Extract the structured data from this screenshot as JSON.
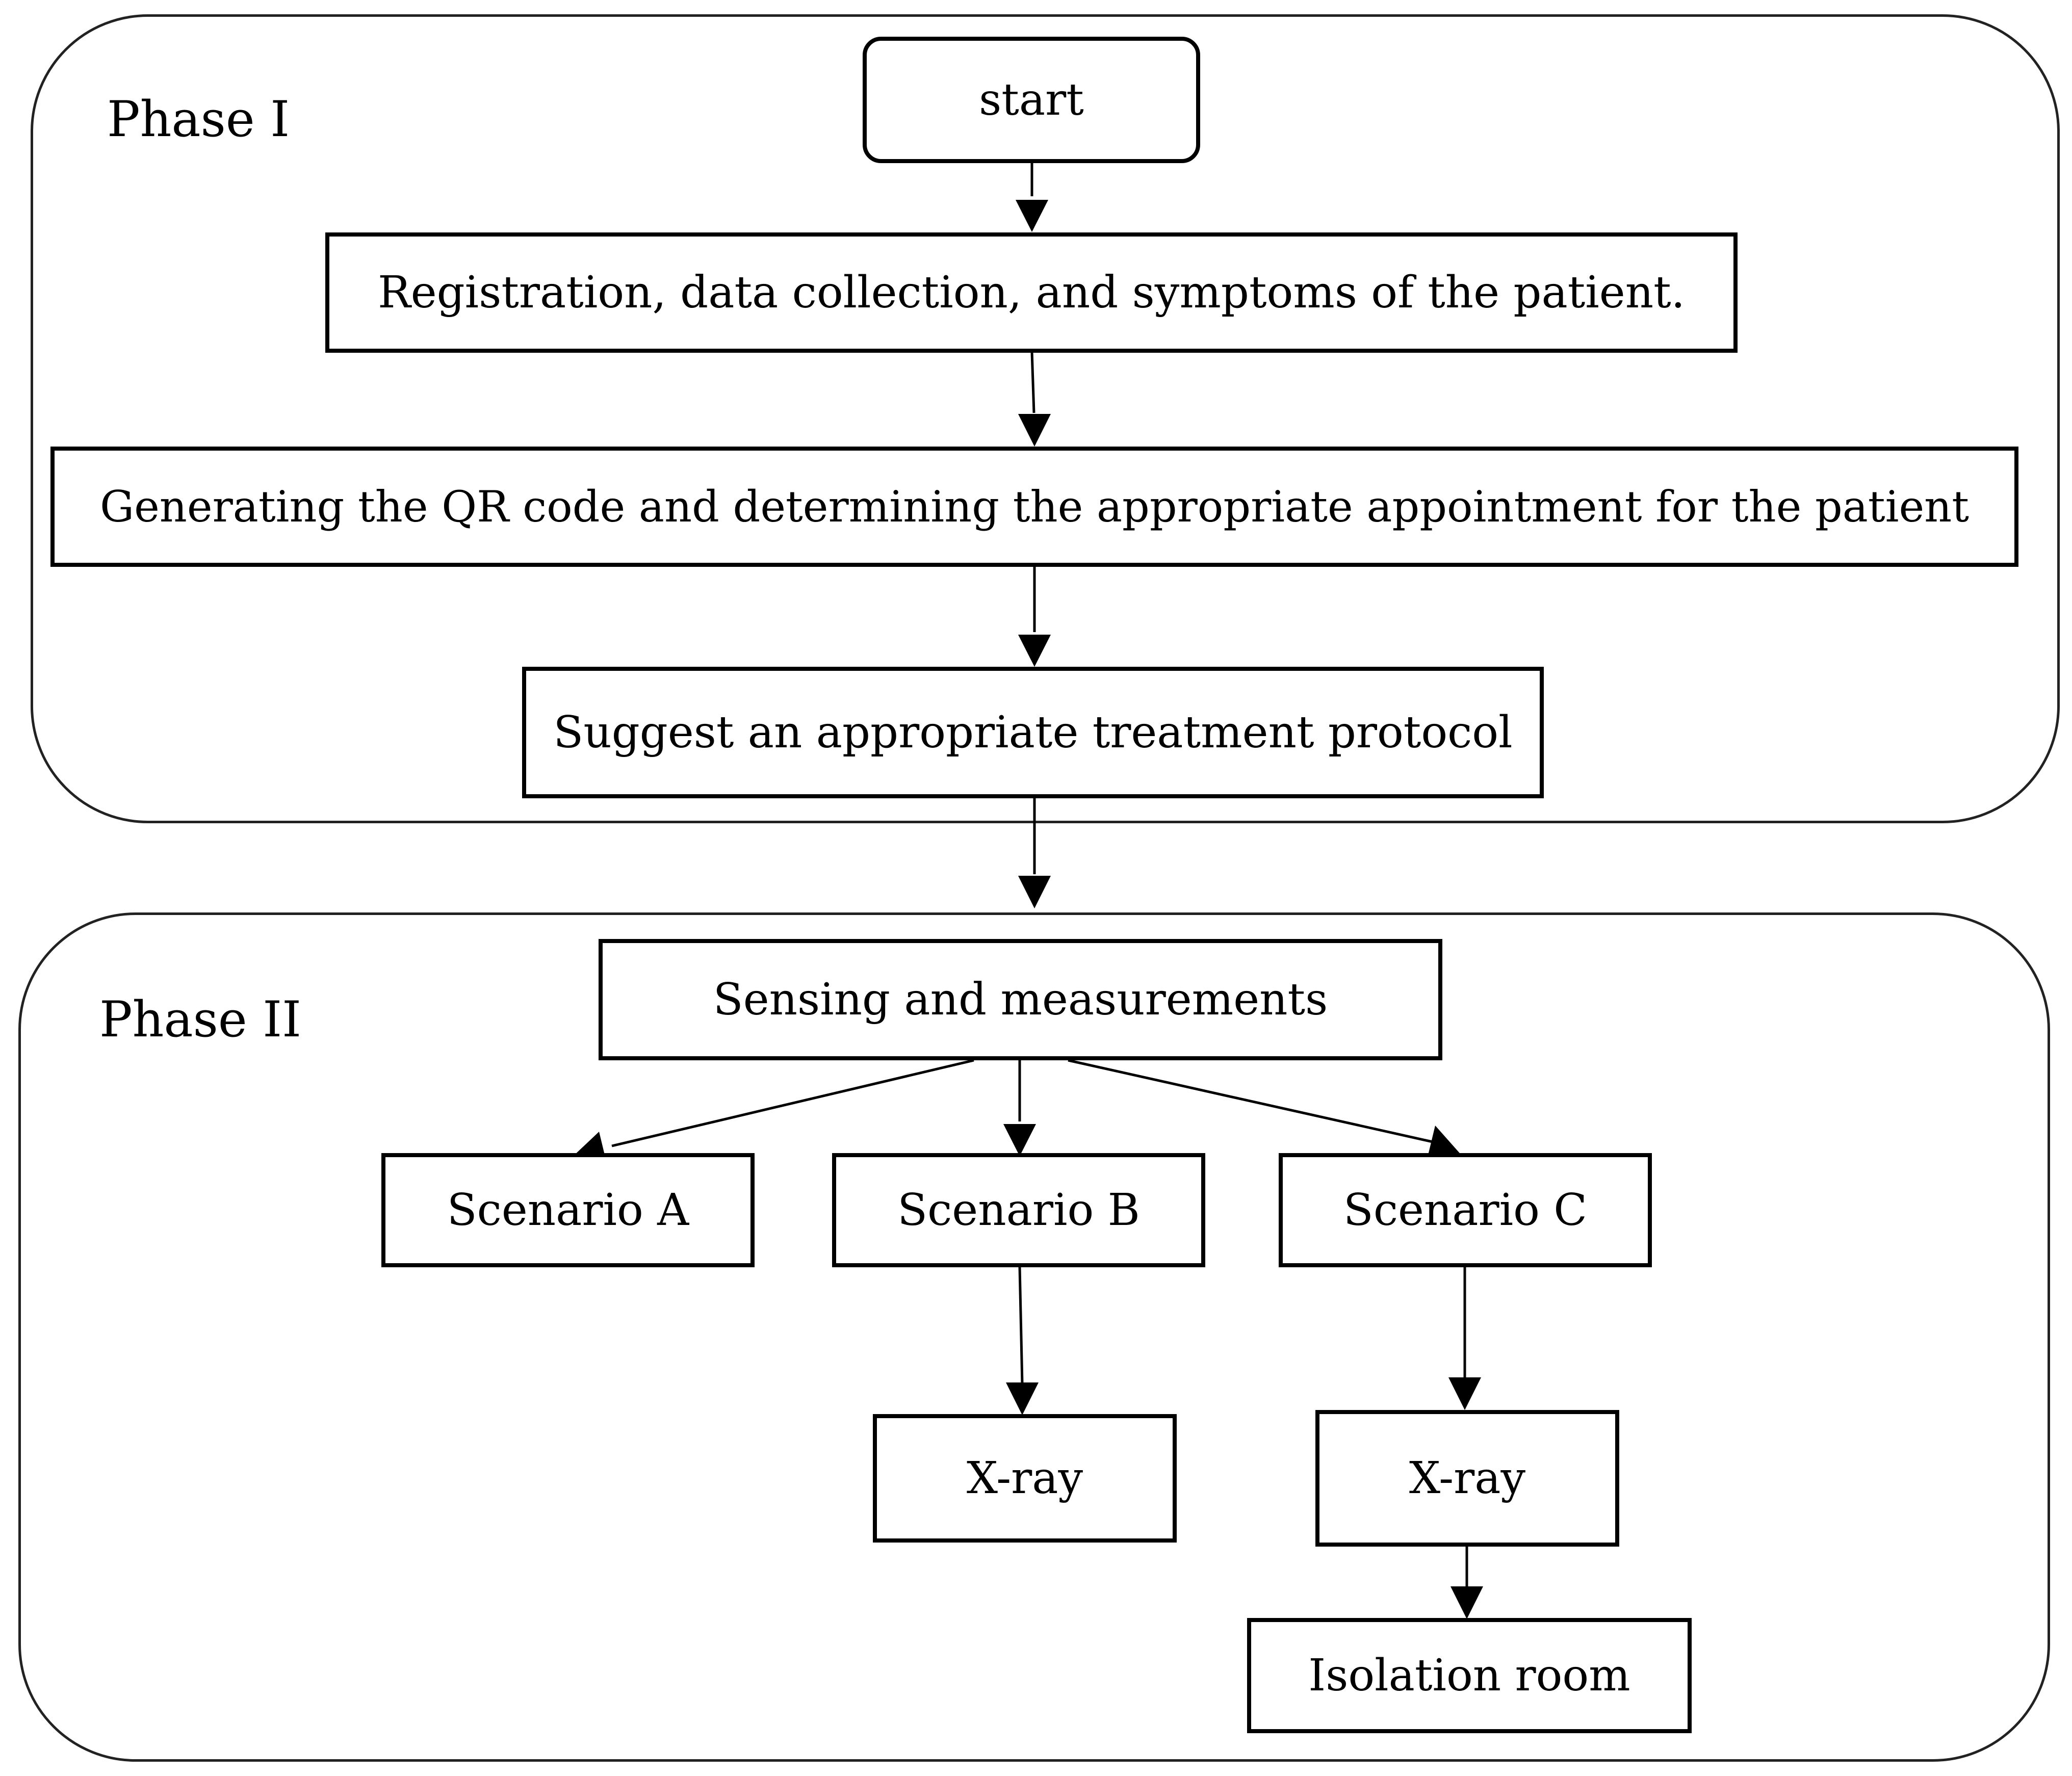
{
  "phases": {
    "phase1": {
      "label": "Phase I"
    },
    "phase2": {
      "label": "Phase II"
    }
  },
  "nodes": {
    "start": "start",
    "registration": "Registration, data collection, and symptoms of the patient.",
    "qr_code": "Generating the QR code and determining the appropriate appointment for the patient",
    "treatment": "Suggest an appropriate treatment protocol",
    "sensing": "Sensing and measurements",
    "scenario_a": "Scenario A",
    "scenario_b": "Scenario B",
    "scenario_c": "Scenario C",
    "xray_b": "X-ray",
    "xray_c": "X-ray",
    "isolation": "Isolation room"
  },
  "edges": [
    {
      "from": "start",
      "to": "registration"
    },
    {
      "from": "registration",
      "to": "qr_code"
    },
    {
      "from": "qr_code",
      "to": "treatment"
    },
    {
      "from": "treatment",
      "to": "sensing"
    },
    {
      "from": "sensing",
      "to": "scenario_a"
    },
    {
      "from": "sensing",
      "to": "scenario_b"
    },
    {
      "from": "sensing",
      "to": "scenario_c"
    },
    {
      "from": "scenario_b",
      "to": "xray_b"
    },
    {
      "from": "scenario_c",
      "to": "xray_c"
    },
    {
      "from": "xray_c",
      "to": "isolation"
    }
  ]
}
